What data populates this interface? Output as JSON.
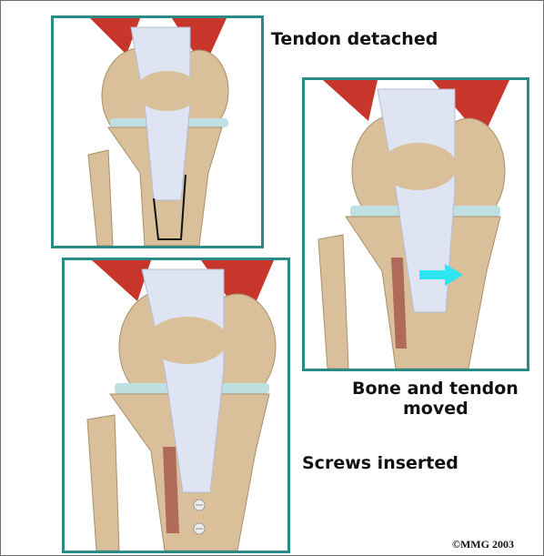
{
  "captions": {
    "step1": "Tendon detached",
    "step2_line1": "Bone and tendon",
    "step2_line2": "moved",
    "step3": "Screws inserted"
  },
  "copyright": "©MMG 2003",
  "colors": {
    "frame_border": "#2a8a86",
    "muscle": "#c8352a",
    "tendon": "#dfe4f3",
    "bone": "#d9c09a",
    "cartilage": "#bfe0e0",
    "arrow": "#2ee6f2",
    "bone_graft": "#b06a5a"
  },
  "icons": {
    "arrow": "right-arrow-icon",
    "screw": "screw-icon"
  }
}
